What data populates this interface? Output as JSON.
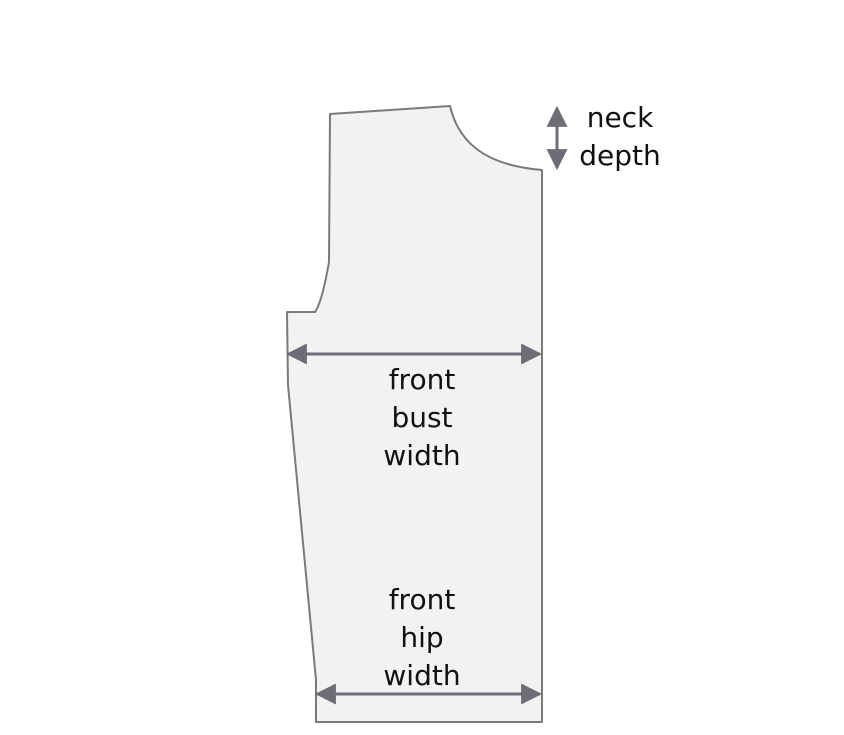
{
  "colors": {
    "panel_fill": "#f2f2f2",
    "panel_stroke": "#7a7a7a",
    "arrow": "#6d6d75",
    "text": "#111111"
  },
  "labels": {
    "neck_depth": [
      "neck",
      "depth"
    ],
    "front_bust_width": [
      "front",
      "bust",
      "width"
    ],
    "front_hip_width": [
      "front",
      "hip",
      "width"
    ]
  }
}
